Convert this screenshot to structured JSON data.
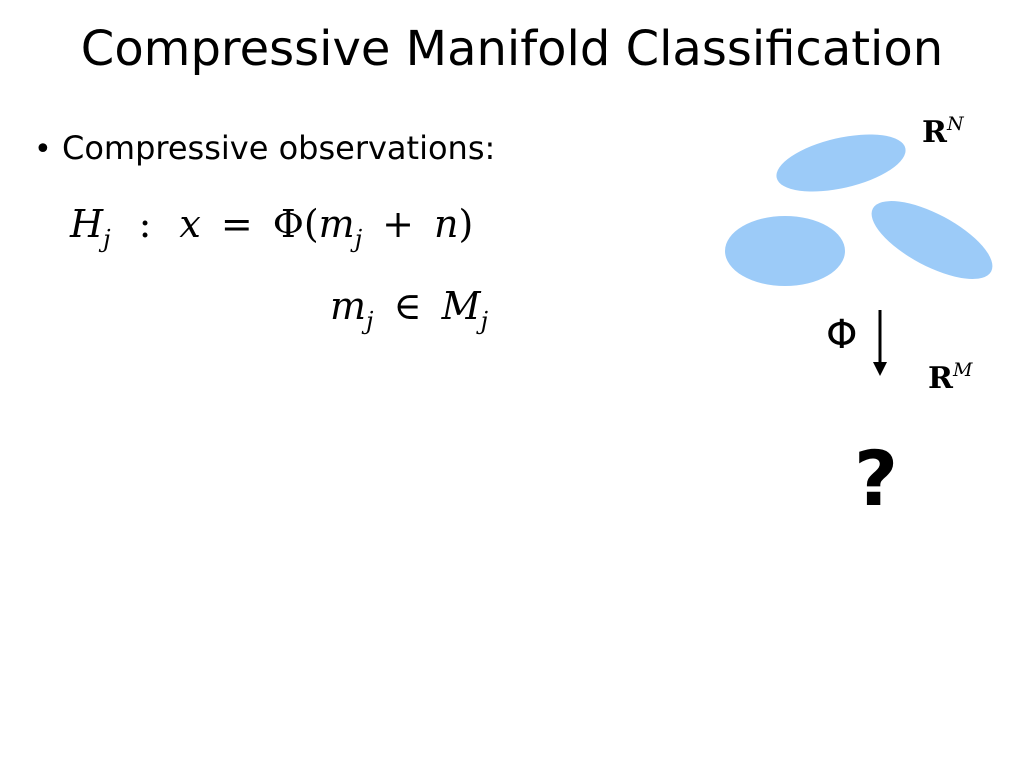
{
  "slide": {
    "title": "Compressive Manifold Classification",
    "bullet": {
      "marker": "•",
      "text": "Compressive observations:"
    },
    "equation_1": {
      "H": "H",
      "H_sub": "j",
      "colon": ":",
      "x": "x",
      "equals": "=",
      "Phi": "Φ",
      "open_paren": "(",
      "m": "m",
      "m_sub": "j",
      "plus": "+",
      "n": "n",
      "close_paren": ")"
    },
    "equation_2": {
      "m": "m",
      "m_sub": "j",
      "in": "∈",
      "M": "M",
      "M_sub": "j"
    }
  },
  "diagram": {
    "space_high_base": "R",
    "space_high_sup": "N",
    "space_low_base": "R",
    "space_low_sup": "M",
    "projection_symbol": "Φ",
    "unknown_symbol": "?",
    "blob_color": "#9ccbf8",
    "arrow_color": "#000000"
  }
}
